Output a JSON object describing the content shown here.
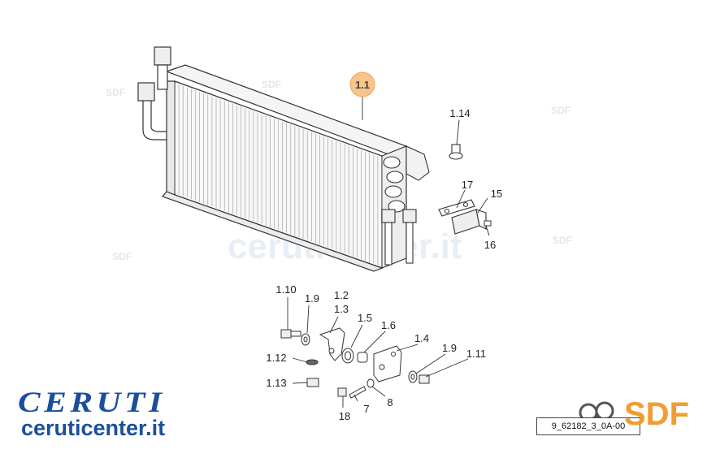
{
  "watermark": {
    "line1": "",
    "line2": "ceruticenter.it",
    "small": "SDF"
  },
  "main_label": "1.1",
  "labels": [
    {
      "id": "1.14",
      "text": "1.14"
    },
    {
      "id": "17",
      "text": "17"
    },
    {
      "id": "15",
      "text": "15"
    },
    {
      "id": "16",
      "text": "16"
    },
    {
      "id": "1.10",
      "text": "1.10"
    },
    {
      "id": "1.9a",
      "text": "1.9"
    },
    {
      "id": "1.2",
      "text": "1.2"
    },
    {
      "id": "1.3",
      "text": "1.3"
    },
    {
      "id": "1.5",
      "text": "1.5"
    },
    {
      "id": "1.6",
      "text": "1.6"
    },
    {
      "id": "1.4",
      "text": "1.4"
    },
    {
      "id": "1.9b",
      "text": "1.9"
    },
    {
      "id": "1.11",
      "text": "1.11"
    },
    {
      "id": "1.12",
      "text": "1.12"
    },
    {
      "id": "1.13",
      "text": "1.13"
    },
    {
      "id": "7",
      "text": "7"
    },
    {
      "id": "8",
      "text": "8"
    },
    {
      "id": "18",
      "text": "18"
    }
  ],
  "brand": {
    "name": "CERUTI",
    "url": "ceruticenter.it"
  },
  "drawing_code": "9_62182_3_0A-00",
  "sdf_logo": "SDF",
  "colors": {
    "brand_blue": "#1a4f9c",
    "sdf_orange": "#f39c32",
    "highlight": "#f7c48a"
  }
}
